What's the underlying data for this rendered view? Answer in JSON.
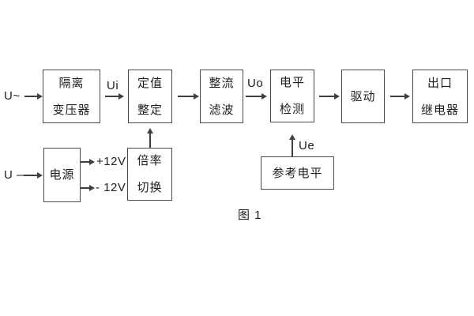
{
  "diagram": {
    "caption": "图 1",
    "colors": {
      "background": "#ffffff",
      "line": "#3f3f3f",
      "border": "#4a4a4a",
      "text": "#1e1e1e"
    },
    "blocks": {
      "isolation_transformer": {
        "line1": "隔离",
        "line2": "变压器"
      },
      "value_setting": {
        "line1": "定值",
        "line2": "整定"
      },
      "rectifier_filter": {
        "line1": "整流",
        "line2": "滤波"
      },
      "level_detection": {
        "line1": "电平",
        "line2": "检测"
      },
      "driver": {
        "label": "驱动"
      },
      "output_relay": {
        "line1": "出口",
        "line2": "继电器"
      },
      "power_supply": {
        "label": "电源"
      },
      "multiplier_switch": {
        "line1": "倍率",
        "line2": "切换"
      },
      "reference_level": {
        "label": "参考电平"
      }
    },
    "labels": {
      "ac_input": "U~",
      "dc_input": "U —",
      "ui": "Ui",
      "uo": "Uo",
      "ue": "Ue",
      "plus_12v": "+12V",
      "minus_12v": "- 12V"
    }
  }
}
